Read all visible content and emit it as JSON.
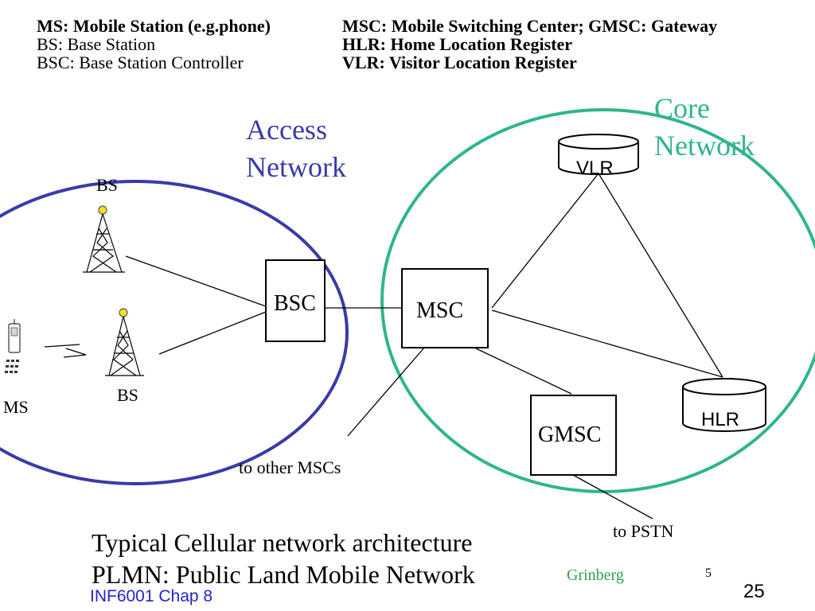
{
  "legend": {
    "left": [
      {
        "text": "MS: Mobile Station (e.g.phone)",
        "bold": true
      },
      {
        "text": "BS: Base Station",
        "bold": false
      },
      {
        "text": "BSC: Base Station Controller",
        "bold": false
      }
    ],
    "right": [
      {
        "text": "MSC: Mobile Switching Center; GMSC: Gateway",
        "bold": true
      },
      {
        "text": "HLR: Home Location Register",
        "bold": true
      },
      {
        "text": "VLR: Visitor Location Register",
        "bold": true
      }
    ]
  },
  "regions": {
    "access": {
      "line1": "Access",
      "line2": "Network",
      "color": "#3a3aa8"
    },
    "core": {
      "line1": "Core",
      "line2": "Network",
      "color": "#2fb58f"
    }
  },
  "nodes": {
    "bs_top": "BS",
    "bs_bottom": "BS",
    "ms": "MS",
    "bsc": "BSC",
    "msc": "MSC",
    "gmsc": "GMSC",
    "vlr": "VLR",
    "hlr": "HLR"
  },
  "links": {
    "other_mscs": "to other MSCs",
    "pstn": "to PSTN"
  },
  "caption": {
    "line1": "Typical Cellular network architecture",
    "line2": "PLMN: Public Land Mobile Network"
  },
  "footer": {
    "course": "INF6001  Chap 8",
    "author": "Grinberg",
    "slide_number": "5",
    "page_number": "25",
    "author_color": "#2fa050",
    "course_color": "#2222cc"
  }
}
